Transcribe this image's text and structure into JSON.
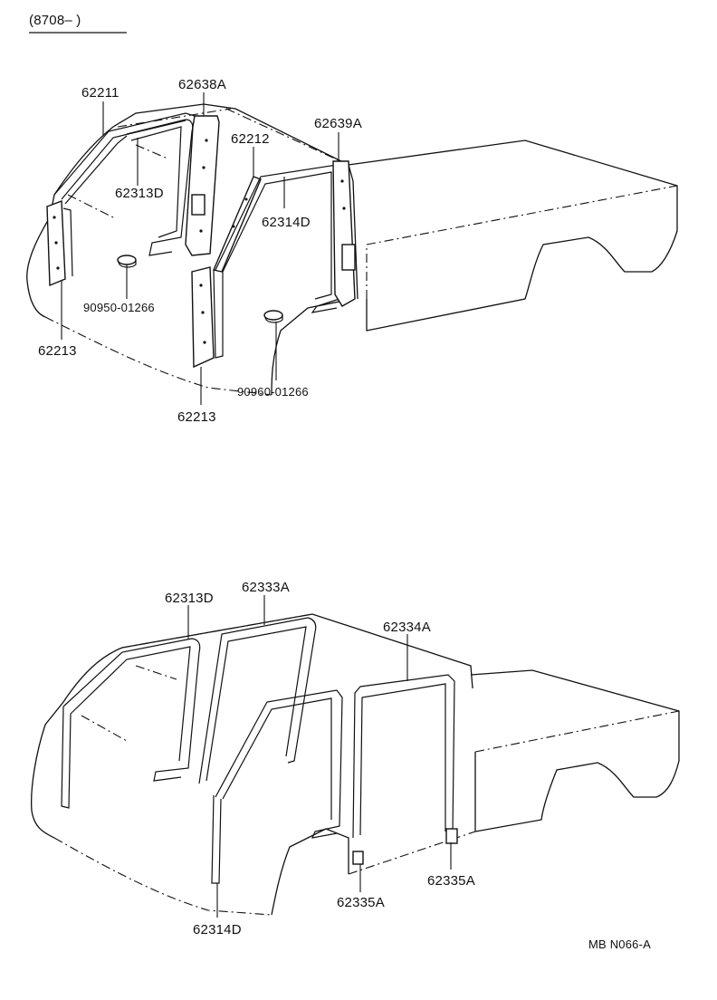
{
  "header": {
    "range_code": "(8708–       )"
  },
  "upper_view": {
    "labels": {
      "p62211": "62211",
      "p62638a": "62638A",
      "p62212": "62212",
      "p62639a": "62639A",
      "p62313d": "62313D",
      "p62314d": "62314D",
      "p90950": "90950-01266",
      "p62213_left": "62213",
      "p90960": "90960-01266",
      "p62213_center": "62213"
    }
  },
  "lower_view": {
    "labels": {
      "p62313d": "62313D",
      "p62333a": "62333A",
      "p62334a": "62334A",
      "p62335a_right": "62335A",
      "p62335a_center": "62335A",
      "p62314d": "62314D"
    }
  },
  "footer": {
    "drawing_code": "MB  N066-A"
  }
}
